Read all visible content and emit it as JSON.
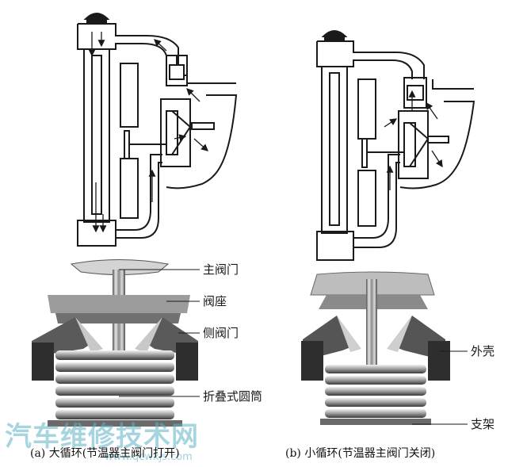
{
  "labels": {
    "main_valve": "主阀门",
    "valve_seat": "阀座",
    "side_valve": "侧阀门",
    "bellows": "折叠式圆筒",
    "housing": "外壳",
    "bracket": "支架"
  },
  "captions": {
    "left": "(a) 大循环(节温器主阀门打开)",
    "right": "(b) 小循环(节温器主阀门关闭)"
  },
  "watermark": {
    "text": "汽车维修技术网",
    "url": "www.qcwxjs.com"
  },
  "colors": {
    "line": "#1a1a1a",
    "metal_light": "#d8d8d8",
    "metal_mid": "#9a9a9a",
    "metal_dark": "#3a3a3a",
    "watermark": "#5fb3c7"
  }
}
